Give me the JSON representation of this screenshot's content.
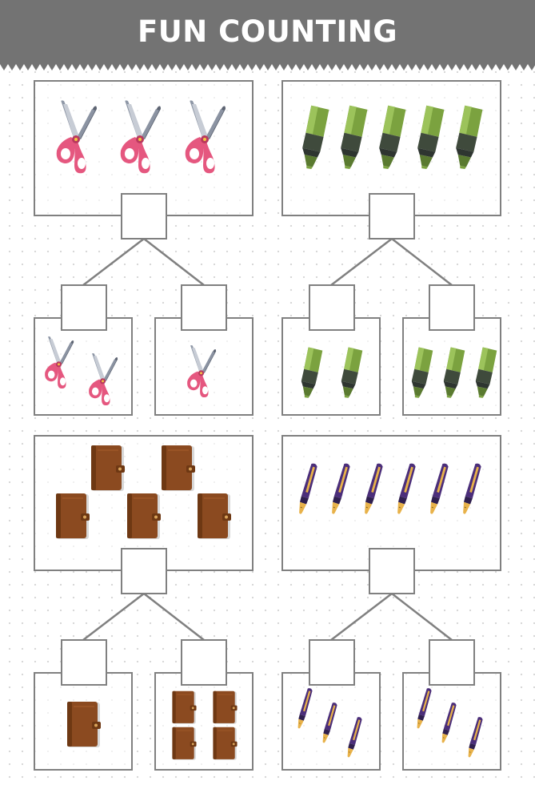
{
  "title": "FUN COUNTING",
  "colors": {
    "header": "#737373",
    "box_border": "#808080",
    "scissors_handle": "#e5577f",
    "marker_body": "#7ba23f",
    "notebook_cover": "#8b4a20",
    "pen_body": "#4b2e7a"
  },
  "puzzles": [
    {
      "item": "scissors-icon",
      "main_count": 3,
      "left_count": 2,
      "right_count": 1
    },
    {
      "item": "highlighter-icon",
      "main_count": 5,
      "left_count": 2,
      "right_count": 3
    },
    {
      "item": "notebook-icon",
      "main_count": 5,
      "left_count": 1,
      "right_count": 4
    },
    {
      "item": "fountain-pen-icon",
      "main_count": 6,
      "left_count": 3,
      "right_count": 3
    }
  ]
}
